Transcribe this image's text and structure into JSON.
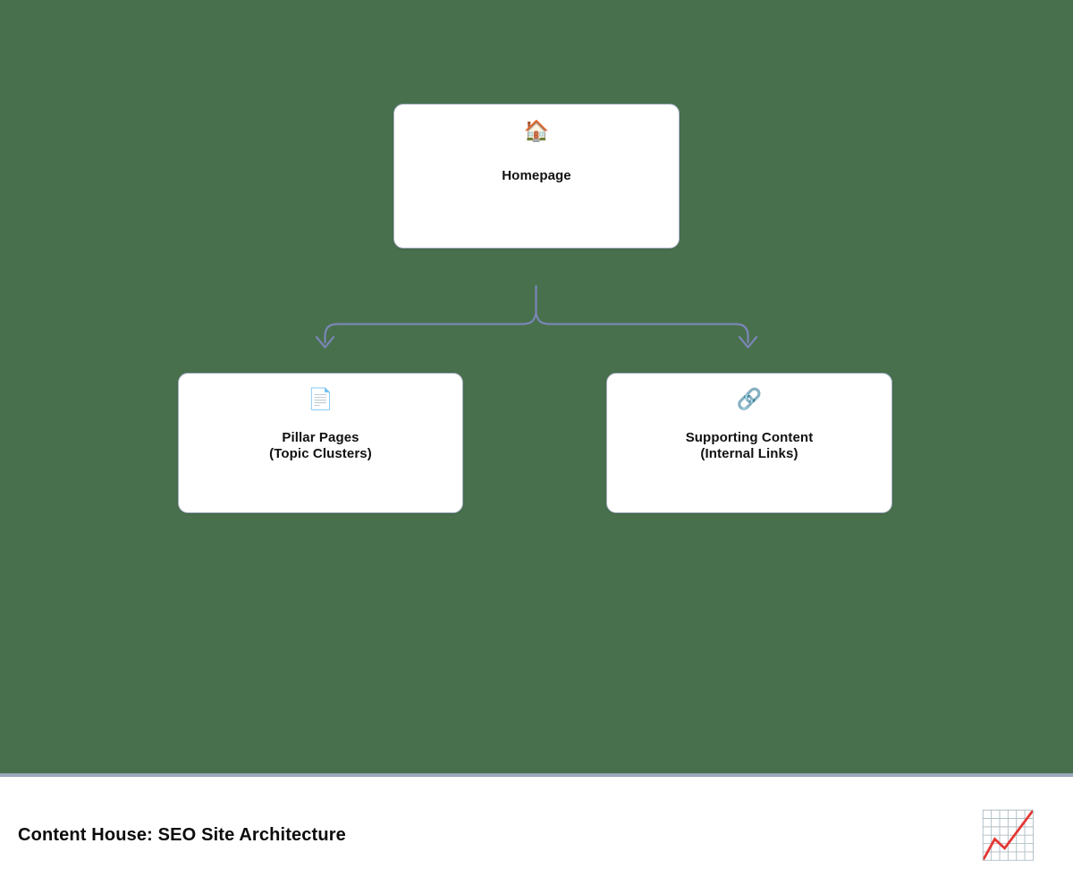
{
  "canvas": {
    "background_color": "#49704d",
    "connector_color": "#7986b5"
  },
  "diagram": {
    "root": {
      "icon": "house-icon",
      "icon_glyph": "🏠",
      "label": "Homepage"
    },
    "children": [
      {
        "icon": "page-document-icon",
        "icon_glyph": "📄",
        "label": "Pillar Pages\n(Topic Clusters)"
      },
      {
        "icon": "link-chain-icon",
        "icon_glyph": "🔗",
        "label": "Supporting Content\n(Internal Links)"
      }
    ]
  },
  "footer": {
    "title": "Content House: SEO Site Architecture",
    "logo_icon": "chart-increasing-icon",
    "logo_glyph": "📈",
    "logo_color": "#ec2027",
    "divider_color": "#9aa8bc"
  }
}
